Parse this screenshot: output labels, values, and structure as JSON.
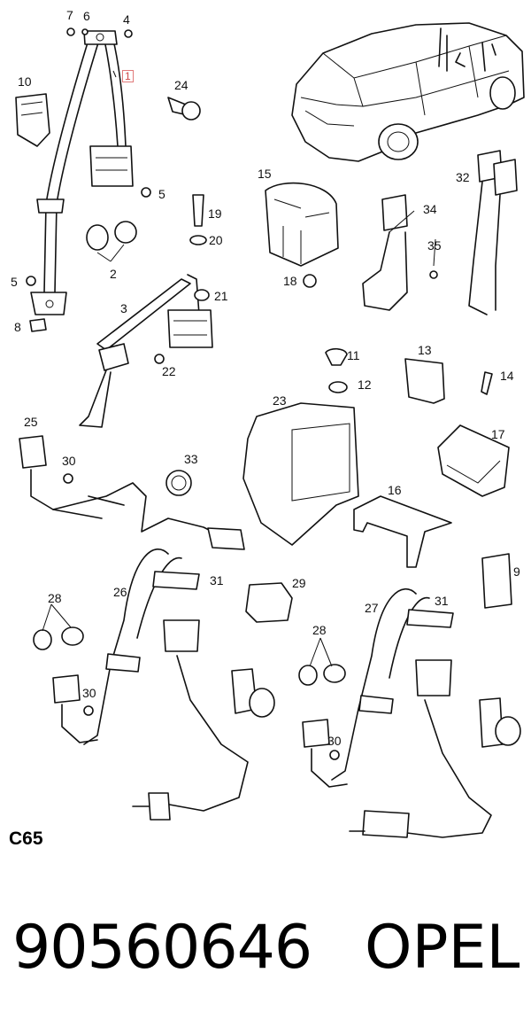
{
  "diagram": {
    "code": "C65",
    "part_number": "90560646",
    "brand": "OPEL",
    "callouts": {
      "c1": "1",
      "c2": "2",
      "c3": "3",
      "c4": "4",
      "c5a": "5",
      "c5b": "5",
      "c6": "6",
      "c7": "7",
      "c8": "8",
      "c9": "9",
      "c10": "10",
      "c11": "11",
      "c12": "12",
      "c13": "13",
      "c14": "14",
      "c15": "15",
      "c16": "16",
      "c17": "17",
      "c18": "18",
      "c19": "19",
      "c20": "20",
      "c21": "21",
      "c22": "22",
      "c23": "23",
      "c24": "24",
      "c25": "25",
      "c26": "26",
      "c27": "27",
      "c28a": "28",
      "c28b": "28",
      "c29": "29",
      "c30a": "30",
      "c30b": "30",
      "c30c": "30",
      "c31a": "31",
      "c31b": "31",
      "c32": "32",
      "c33": "33",
      "c34": "34",
      "c35": "35"
    }
  }
}
